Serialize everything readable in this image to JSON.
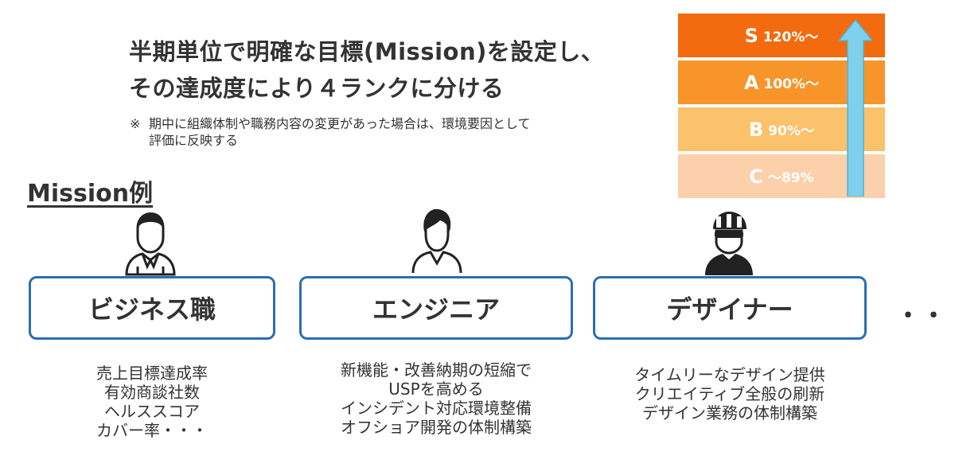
{
  "headline": {
    "line1": "半期単位で明確な目標(Mission)を設定し、",
    "line2": "その達成度により４ランクに分ける"
  },
  "note": {
    "mark": "※",
    "line1": "期中に組織体制や職務内容の変更があった場合は、環境要因として",
    "line2": "評価に反映する"
  },
  "mission_label": "Mission例",
  "ranks": [
    {
      "letter": "S",
      "range": "120%～",
      "color": "#f26b0f"
    },
    {
      "letter": "A",
      "range": "100%～",
      "color": "#f7952a"
    },
    {
      "letter": "B",
      "range": "90%～",
      "color": "#fbc16b"
    },
    {
      "letter": "C",
      "range": "～89%",
      "color": "#fbd0aa"
    }
  ],
  "arrow_color": "#7fd0ec",
  "roles": [
    {
      "title": "ビジネス職",
      "icon": "businessperson-icon",
      "examples": [
        "売上目標達成率",
        "有効商談社数",
        "ヘルススコア",
        "カバー率・・・"
      ]
    },
    {
      "title": "エンジニア",
      "icon": "engineer-icon",
      "examples": [
        "新機能・改善納期の短縮で",
        "USPを高める",
        "インシデント対応環境整備",
        "オフショア開発の体制構築"
      ]
    },
    {
      "title": "デザイナー",
      "icon": "designer-icon",
      "examples": [
        "タイムリーなデザイン提供",
        "クリエイティブ全般の刷新",
        "デザイン業務の体制構築"
      ]
    }
  ],
  "more": "・・・",
  "box_border_color": "#2a6eb5"
}
